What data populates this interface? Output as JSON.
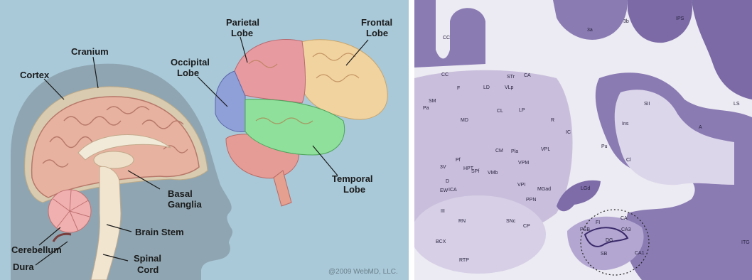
{
  "webmd_figure": {
    "labels": {
      "parietal_lobe_1": "Parietal",
      "parietal_lobe_2": "Lobe",
      "frontal_lobe_1": "Frontal",
      "frontal_lobe_2": "Lobe",
      "cranium": "Cranium",
      "occipital_lobe_1": "Occipital",
      "occipital_lobe_2": "Lobe",
      "cortex": "Cortex",
      "basal_ganglia_1": "Basal",
      "basal_ganglia_2": "Ganglia",
      "temporal_lobe_1": "Temporal",
      "temporal_lobe_2": "Lobe",
      "brain_stem": "Brain Stem",
      "cerebellum": "Cerebellum",
      "spinal_cord_1": "Spinal",
      "spinal_cord_2": "Cord",
      "dura": "Dura"
    },
    "credit": "@2009 WebMD, LLC.",
    "colors": {
      "background": "#a9c9d9",
      "parietal": "#e79aa0",
      "frontal": "#f1d3a0",
      "occipital": "#8f9fd8",
      "temporal": "#8ee09a",
      "cerebellum": "#f0b0b0",
      "brain": "#e7b3a0"
    }
  },
  "histology_section": {
    "labels": {
      "cc_top": "CC",
      "a3a": "3a",
      "a3b": "3b",
      "ips": "IPS",
      "cc": "CC",
      "str": "STr",
      "ca_top": "CA",
      "sm": "SM",
      "f": "F",
      "ld": "LD",
      "vlp": "VLp",
      "pa": "Pa",
      "sii": "SII",
      "ls": "LS",
      "md": "MD",
      "cl": "CL",
      "lp": "LP",
      "r": "R",
      "ins": "Ins",
      "ic": "IC",
      "a": "A",
      "pu": "Pu",
      "cm": "CM",
      "pla": "Pla",
      "vpl": "VPL",
      "pf": "Pf",
      "vpm": "VPM",
      "cl2": "Cl",
      "hpt": "HPT",
      "spf": "SPf",
      "v3": "3V",
      "vmb": "VMb",
      "d": "D",
      "ew": "EW",
      "ica": "ICA",
      "vpi": "VPI",
      "mgad": "MGad",
      "lgd": "LGd",
      "ppn": "PPN",
      "iii": "III",
      "ca_hip": "CA",
      "rn": "RN",
      "snc": "SNc",
      "fi": "FI",
      "psb": "PSB",
      "ca3": "CA3",
      "cp": "CP",
      "dg": "DG",
      "itg": "ITG",
      "bcx": "BCX",
      "sb": "SB",
      "ca1": "CA1",
      "rtp": "RTP"
    },
    "colors": {
      "cortex": "#7b6aa6",
      "white_matter": "#e6e3ee",
      "thalamus": "#b6aacf"
    }
  }
}
